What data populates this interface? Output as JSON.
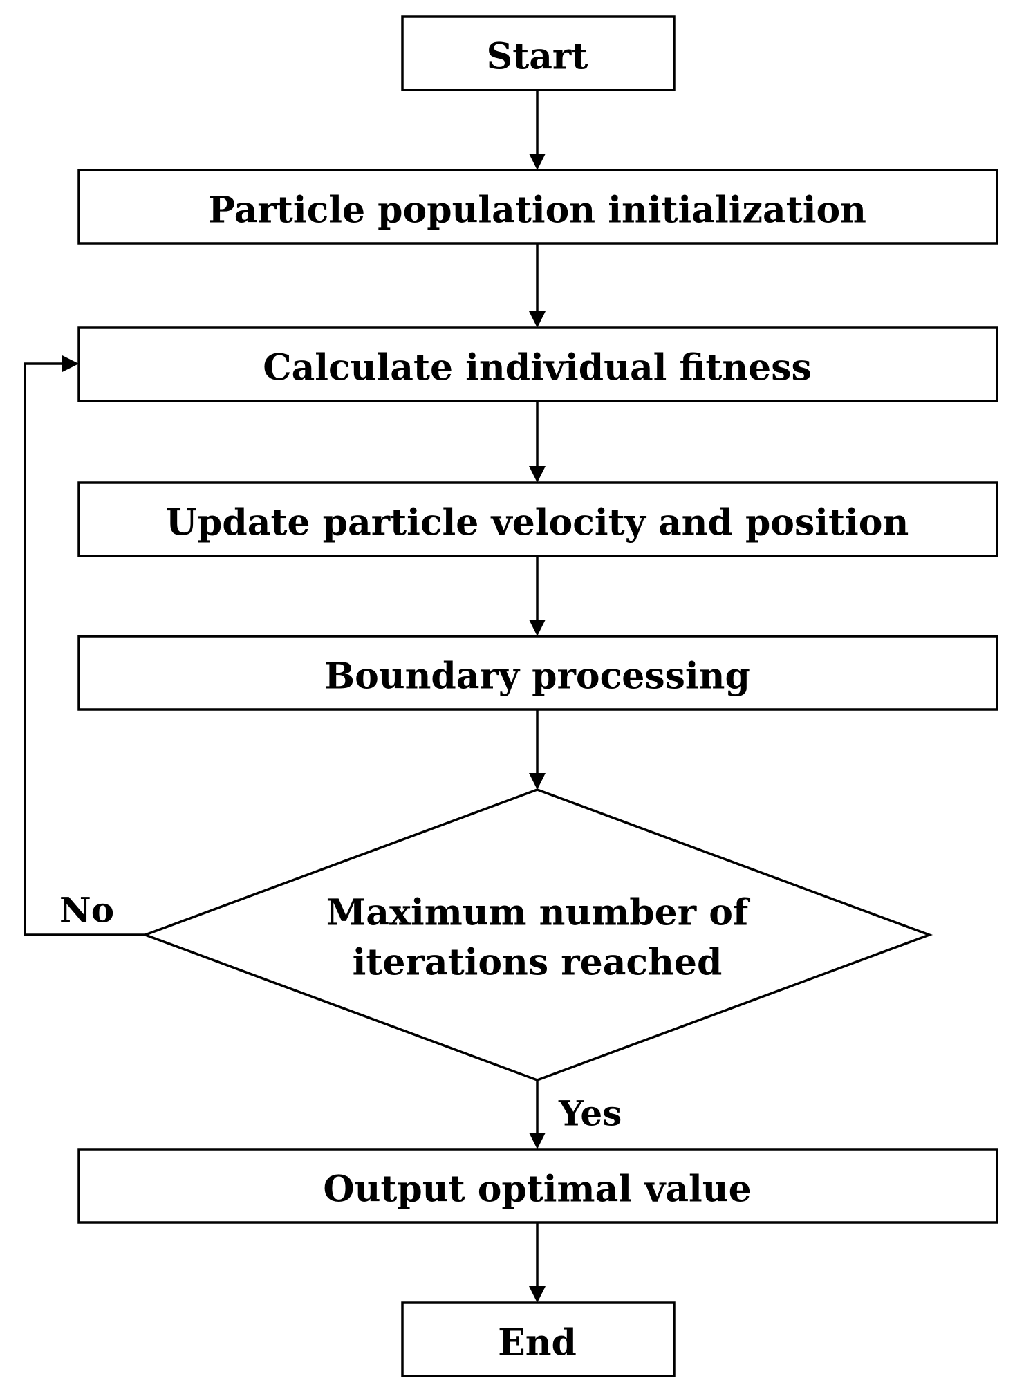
{
  "nodes": {
    "start": "Start",
    "init": "Particle population initialization",
    "fitness": "Calculate individual fitness",
    "update": "Update particle velocity and position",
    "boundary": "Boundary processing",
    "decision": {
      "line1": "Maximum number of",
      "line2": "iterations reached"
    },
    "output": "Output optimal value",
    "end": "End"
  },
  "edge_labels": {
    "no": "No",
    "yes": "Yes"
  }
}
